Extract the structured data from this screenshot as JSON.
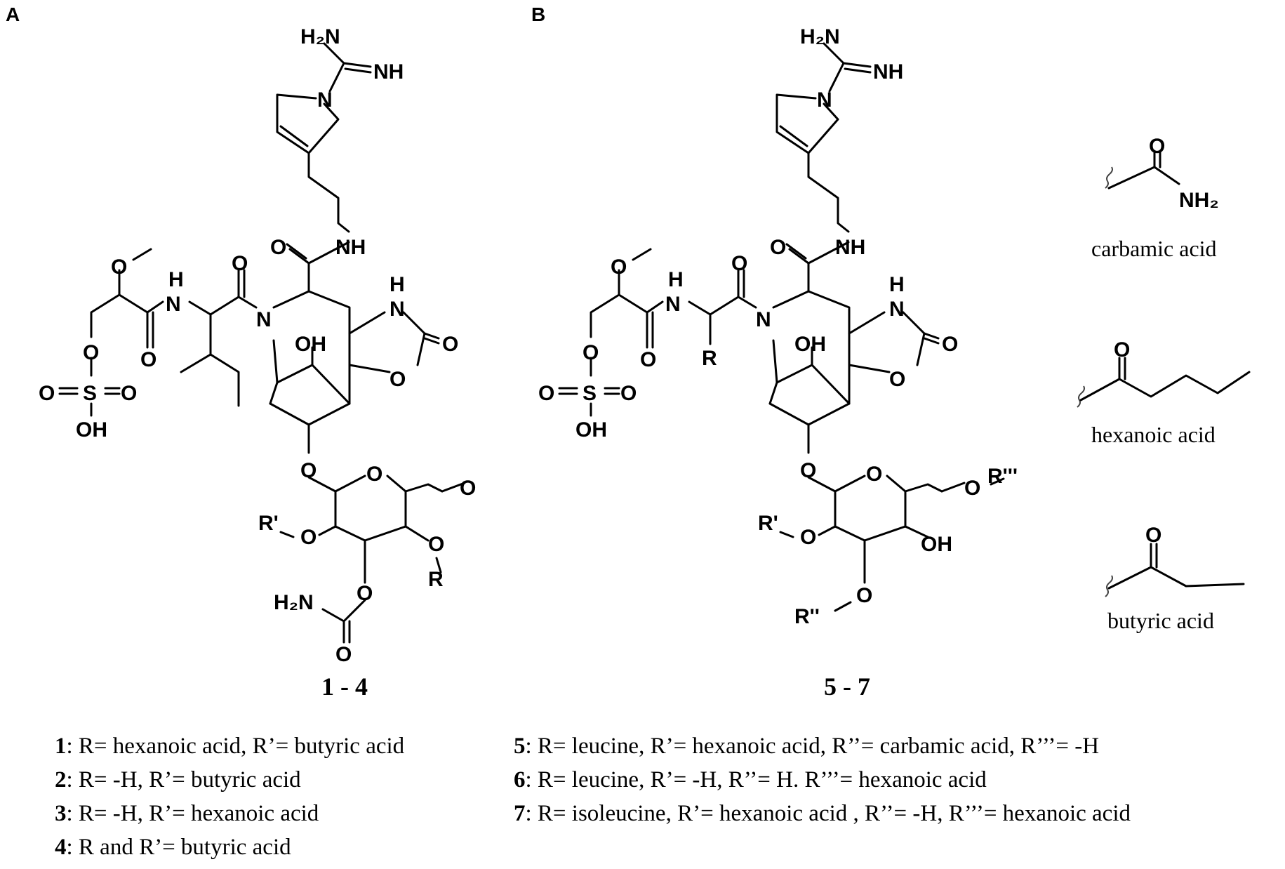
{
  "panels": {
    "a": "A",
    "b": "B"
  },
  "atoms": {
    "h2n": "H₂N",
    "nh": "NH",
    "n": "N",
    "o": "O",
    "h": "H",
    "oh": "OH",
    "s": "S",
    "r": "R",
    "r1": "R'",
    "r2": "R''",
    "r3": "R'''",
    "nh2": "NH₂"
  },
  "compound_labels": {
    "a": "1 - 4",
    "b": "5 - 7"
  },
  "side_chains": [
    {
      "name": "carbamic acid"
    },
    {
      "name": "hexanoic acid"
    },
    {
      "name": "butyric acid"
    }
  ],
  "legend_a": [
    {
      "num": "1",
      "text": ": R= hexanoic acid, R’= butyric acid"
    },
    {
      "num": "2",
      "text": ": R= -H, R’= butyric acid"
    },
    {
      "num": "3",
      "text": ": R= -H, R’= hexanoic acid"
    },
    {
      "num": "4",
      "text": ": R and R’= butyric acid"
    }
  ],
  "legend_b": [
    {
      "num": "5",
      "text": ": R= leucine, R’= hexanoic acid, R’’= carbamic acid, R’’’= -H"
    },
    {
      "num": "6",
      "text": ": R= leucine, R’= -H, R’’= H. R’’’= hexanoic acid"
    },
    {
      "num": "7",
      "text": ": R= isoleucine, R’= hexanoic acid , R’’= -H, R’’’= hexanoic acid"
    }
  ]
}
